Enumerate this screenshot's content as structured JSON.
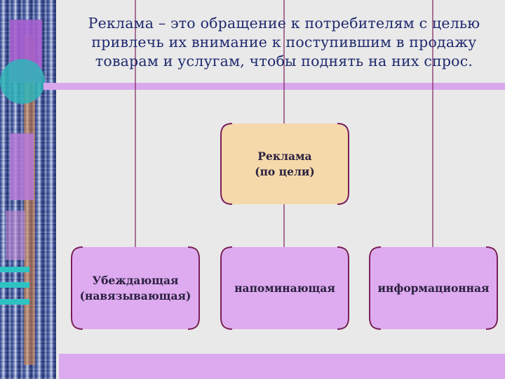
{
  "slide": {
    "definition": "Реклама – это обращение к потребителям с целью привлечь их внимание к поступившим в продажу товарам и услугам, чтобы поднять на них спрос.",
    "title_lines": [
      "Реклама – это обращение к потребителям с целью",
      "привлечь их внимание к поступившим в продажу",
      "товарам и услугам, чтобы поднять на них спрос."
    ]
  },
  "diagram": {
    "root": {
      "line1": "Реклама",
      "line2": "(по цели)"
    },
    "children": [
      {
        "line1": "Убеждающая",
        "line2": "(навязывающая)"
      },
      {
        "line1": "напоминающая",
        "line2": ""
      },
      {
        "line1": "информационная",
        "line2": ""
      }
    ]
  },
  "colors": {
    "root_fill": "#f5d9aa",
    "child_fill": "#deaaf0",
    "bracket": "#7a1f5a",
    "connector": "#7a1f5a",
    "title_text": "#1f2a6e"
  }
}
